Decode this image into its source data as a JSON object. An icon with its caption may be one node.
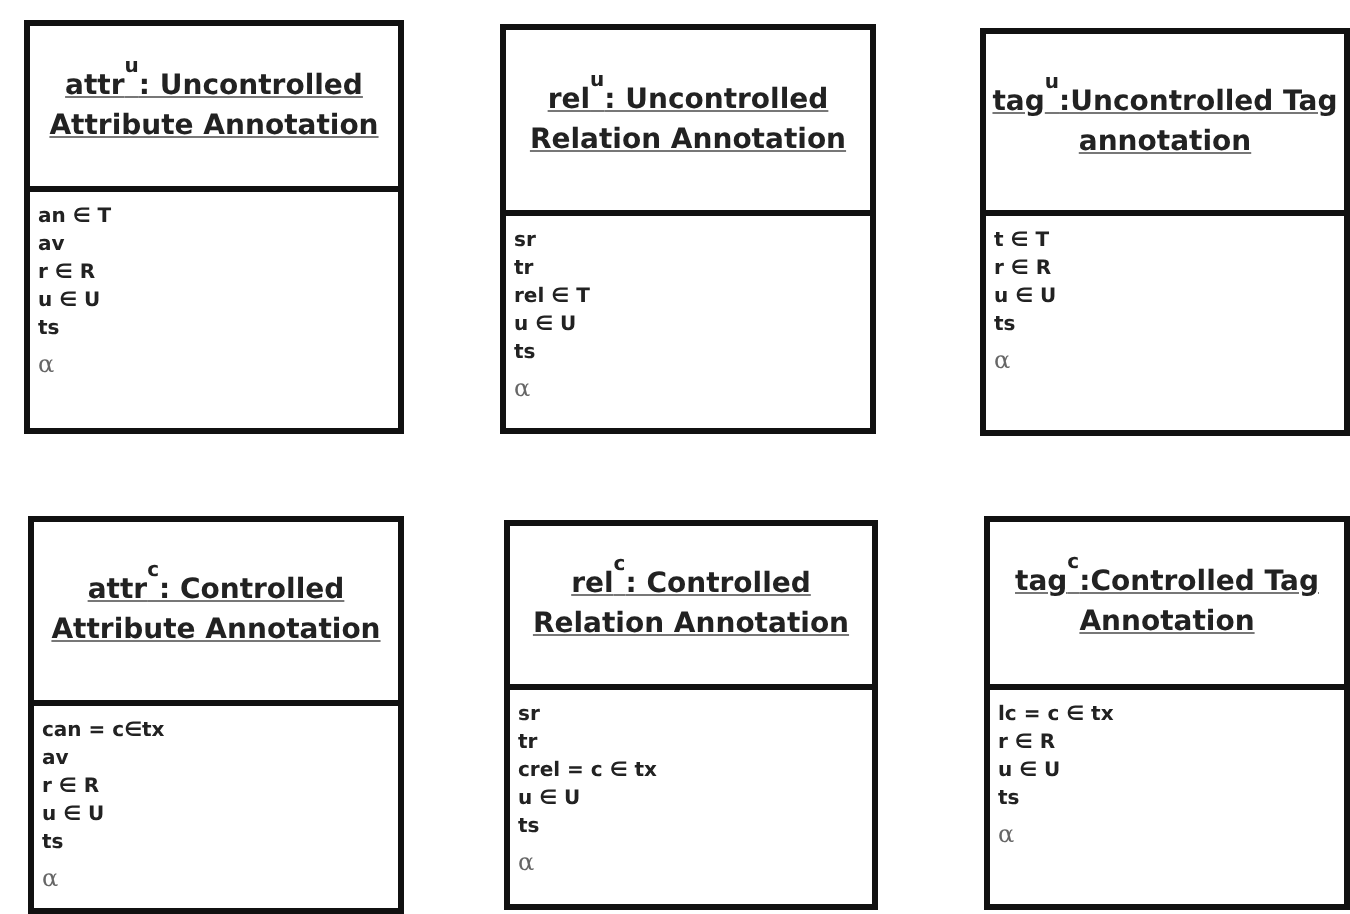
{
  "diagram": {
    "nodes": [
      {
        "text": [
          "attr$^{u}$: Uncontrolled Attribute Annotation",
          "an ∈ T",
          "av",
          "r ∈ R",
          "u ∈ U",
          "ts",
          "α"
        ]
      },
      {
        "text": [
          "rel$^{u}$: Uncontrolled Relation Annotation",
          "sr",
          "tr",
          "rel ∈ T",
          "u ∈ U",
          "ts",
          "α"
        ]
      },
      {
        "text": [
          "tag$^{u}$:Uncontrolled Tag annotation",
          "t ∈ T",
          "r ∈ R",
          "u ∈ U",
          "ts",
          "α"
        ]
      },
      {
        "text": [
          "attr$^{c}$: Controlled Attribute Annotation",
          "can = c∈tx",
          "av",
          "r ∈ R",
          "u ∈ U",
          "ts",
          "α"
        ]
      },
      {
        "text": [
          "rel$^{c}$: Controlled Relation Annotation",
          "sr",
          "tr",
          "crel = c ∈ tx",
          "u ∈ U",
          "ts",
          "α"
        ]
      },
      {
        "text": [
          "tag$^{c}$:Controlled Tag Annotation",
          "lc = c ∈ tx",
          "r ∈ R",
          "u ∈ U",
          "ts",
          "α"
        ]
      }
    ]
  }
}
